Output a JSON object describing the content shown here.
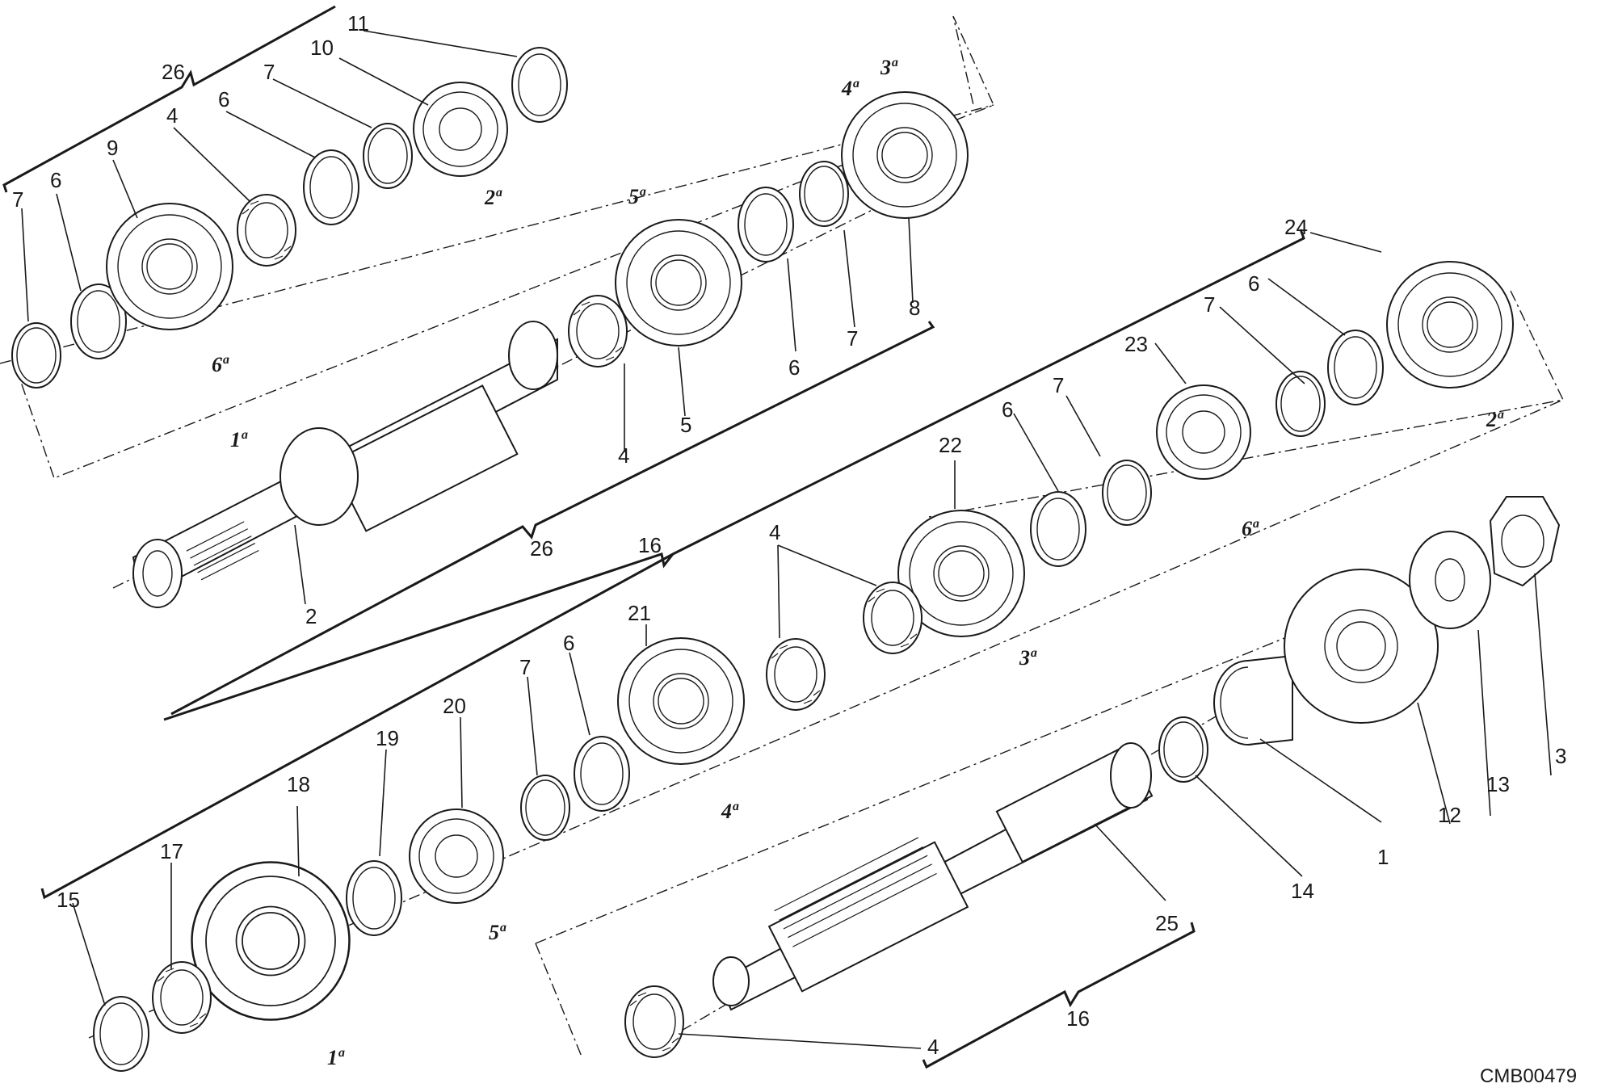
{
  "diagram": {
    "code": "CMB00479",
    "callouts": {
      "c1": "1",
      "c2": "2",
      "c3": "3",
      "c4a": "4",
      "c4b": "4",
      "c4c": "4",
      "c4d": "4",
      "c5": "5",
      "c6a": "6",
      "c6b": "6",
      "c6c": "6",
      "c6d": "6",
      "c6e": "6",
      "c6f": "6",
      "c7a": "7",
      "c7b": "7",
      "c7c": "7",
      "c7d": "7",
      "c7e": "7",
      "c8": "8",
      "c9": "9",
      "c10": "10",
      "c11": "11",
      "c12": "12",
      "c13": "13",
      "c14": "14",
      "c15": "15",
      "c16a": "16",
      "c16b": "16",
      "c17": "17",
      "c18": "18",
      "c19": "19",
      "c20": "20",
      "c21": "21",
      "c22": "22",
      "c23": "23",
      "c24": "24",
      "c25": "25",
      "c26a": "26",
      "c26b": "26"
    },
    "gear_labels": {
      "g1a": "1ª",
      "g2a": "2ª",
      "g3a": "3ª",
      "g4a": "4ª",
      "g5a": "5ª",
      "g6a": "6ª",
      "g1b": "1ª",
      "g2b": "2ª",
      "g3b": "3ª",
      "g4b": "4ª",
      "g5b": "5ª",
      "g6b": "6ª"
    }
  }
}
